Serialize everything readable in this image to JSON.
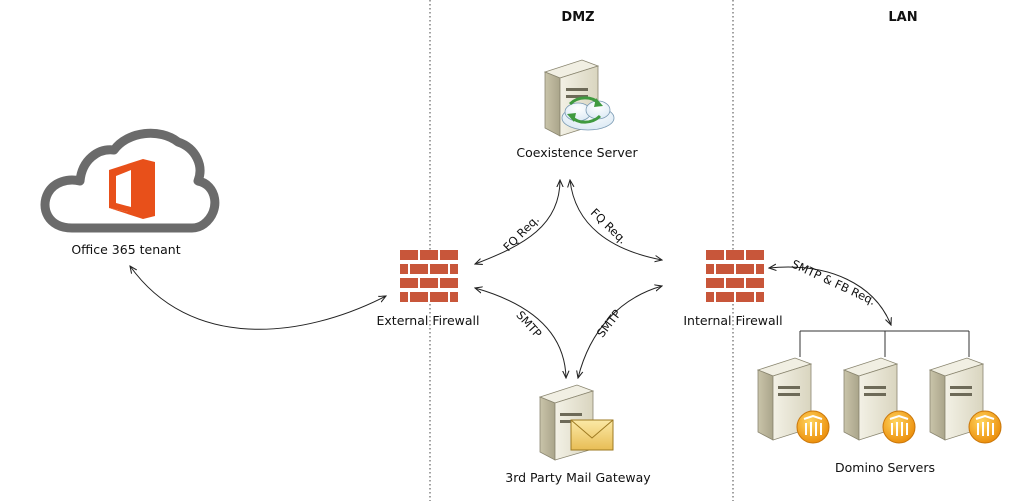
{
  "zones": {
    "dmz": "DMZ",
    "lan": "LAN"
  },
  "nodes": {
    "office365": "Office 365 tenant",
    "external_firewall": "External Firewall",
    "coexistence_server": "Coexistence Server",
    "internal_firewall": "Internal Firewall",
    "mail_gateway": "3rd Party Mail Gateway",
    "domino_servers": "Domino Servers"
  },
  "edges": {
    "fq_left": "FQ Req.",
    "fq_right": "FQ Req.",
    "smtp_left": "SMTP",
    "smtp_right": "SMTP",
    "smtp_fb": "SMTP & FB Req."
  },
  "colors": {
    "office_orange": "#e8501a",
    "brick": "#c8563a",
    "server_beige": "#e6e3d2",
    "domino_orange": "#f2a413"
  }
}
